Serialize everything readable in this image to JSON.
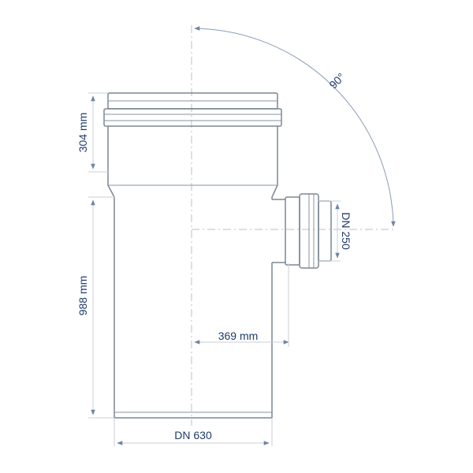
{
  "dimensions": {
    "socket_length": "304 mm",
    "body_length": "988 mm",
    "branch_offset": "369 mm",
    "main_diameter": "DN 630",
    "branch_diameter": "DN 250",
    "branch_angle": "90°"
  },
  "colors": {
    "outline": "#7a8794",
    "dimension_line": "#c9cfd6",
    "arrow": "#6f85a8",
    "label_text": "#1f3a6a"
  }
}
